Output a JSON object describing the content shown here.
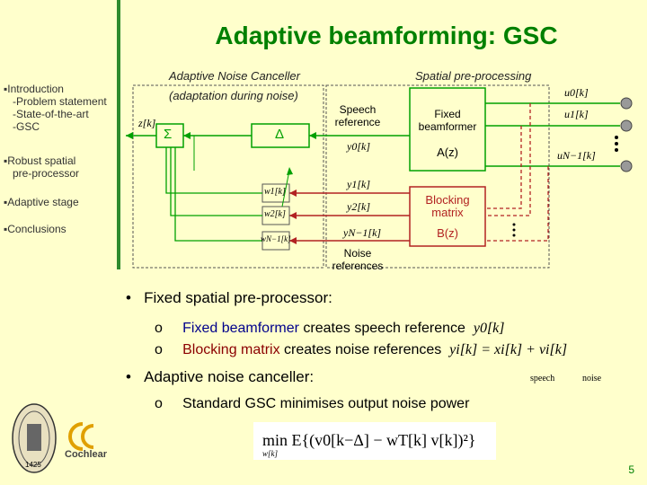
{
  "slide": {
    "title": "Adaptive beamforming: GSC",
    "page_number": "5"
  },
  "sidebar": {
    "items": [
      {
        "label": "Introduction",
        "sub": [
          "-Problem statement",
          "-State-of-the-art",
          "-GSC"
        ]
      },
      {
        "label": "Robust spatial",
        "label2": "pre-processor"
      },
      {
        "label": "Adaptive stage"
      },
      {
        "label": "Conclusions"
      }
    ]
  },
  "diagram": {
    "anc_title": "Adaptive Noise Canceller",
    "anc_sub": "(adaptation during noise)",
    "spp_title": "Spatial pre-processing",
    "speech_ref": "Speech reference",
    "fixed_bf": "Fixed beamformer",
    "az": "A(z)",
    "blocking": "Blocking matrix",
    "bz": "B(z)",
    "noise_refs": "Noise references",
    "sum_symbol": "Σ",
    "delay_symbol": "Δ",
    "zk": "z[k]",
    "y0": "y0[k]",
    "y1": "y1[k]",
    "y2": "y2[k]",
    "yN1": "yN−1[k]",
    "w1": "w1[k]",
    "w2": "w2[k]",
    "wN1": "wN−1[k]",
    "u0": "u0[k]",
    "u1": "u1[k]",
    "uM1": "uN−1[k]"
  },
  "bullets": {
    "b1": "Fixed spatial pre-processor:",
    "b1a_hl": "Fixed beamformer",
    "b1a_rest": " creates speech reference",
    "b1a_sym": "y0[k]",
    "b1b_hl": "Blocking matrix",
    "b1b_rest": " creates noise references",
    "b1b_sym": "yi[k] = xi[k] + vi[k]",
    "speech": "speech",
    "noise": "noise",
    "b2": "Adaptive noise canceller:",
    "b2a": "Standard GSC minimises output noise power"
  },
  "formula": "min E{(v0[k−Δ] − wT[k] v[k])²}",
  "formula_sub": "w[k]",
  "logos": {
    "seal_year": "1425",
    "cochlear": "Cochlear"
  },
  "colors": {
    "green": "#008000",
    "darkred": "#8b0000",
    "bg": "#ffffcc"
  }
}
